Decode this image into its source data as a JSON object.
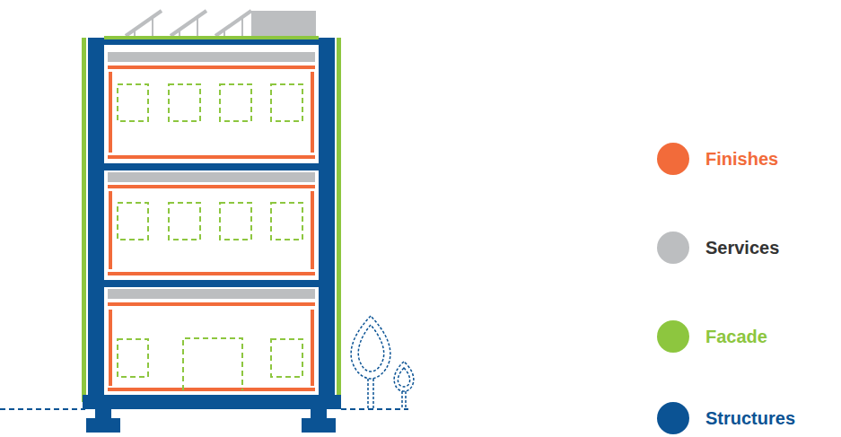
{
  "diagram": {
    "legend": [
      {
        "text": "Finishes",
        "color": "#f26b3a"
      },
      {
        "text": "Services",
        "color": "#bcbec0"
      },
      {
        "text": "Facade",
        "color": "#8dc63f"
      },
      {
        "text": "Structures",
        "color": "#0b5394"
      }
    ]
  }
}
